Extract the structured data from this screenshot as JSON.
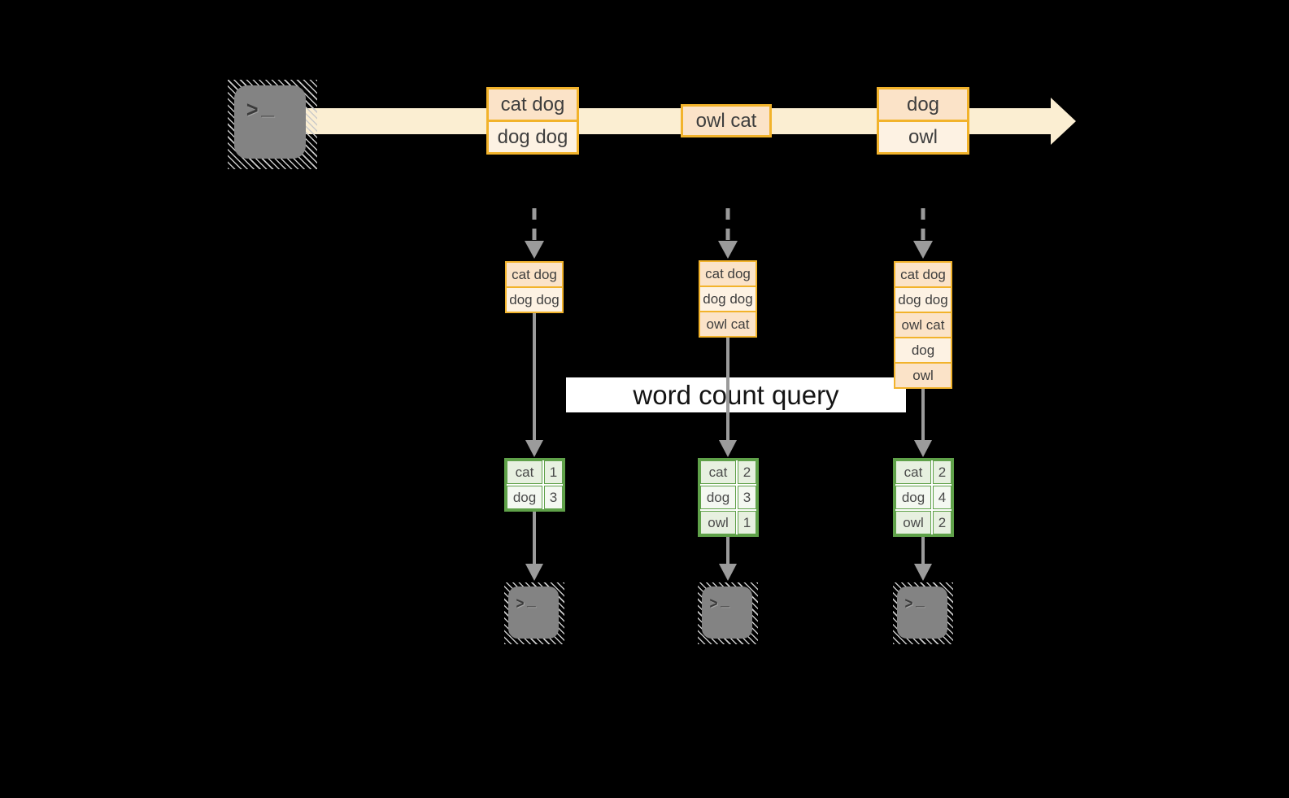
{
  "banner": {
    "label": "word count query"
  },
  "stream": {
    "batches": [
      {
        "rows": [
          "cat dog",
          "dog dog"
        ]
      },
      {
        "rows": [
          "owl cat"
        ]
      },
      {
        "rows": [
          "dog",
          "owl"
        ]
      }
    ]
  },
  "pipelines": [
    {
      "buffer": [
        "cat dog",
        "dog dog"
      ],
      "counts": [
        {
          "word": "cat",
          "value": "1"
        },
        {
          "word": "dog",
          "value": "3"
        }
      ]
    },
    {
      "buffer": [
        "cat dog",
        "dog dog",
        "owl cat"
      ],
      "counts": [
        {
          "word": "cat",
          "value": "2"
        },
        {
          "word": "dog",
          "value": "3"
        },
        {
          "word": "owl",
          "value": "1"
        }
      ]
    },
    {
      "buffer": [
        "cat dog",
        "dog dog",
        "owl cat",
        "dog",
        "owl"
      ],
      "counts": [
        {
          "word": "cat",
          "value": "2"
        },
        {
          "word": "dog",
          "value": "4"
        },
        {
          "word": "owl",
          "value": "2"
        }
      ]
    }
  ],
  "terminal_icon": {
    "chevron": ">",
    "underscore": "_"
  },
  "colors": {
    "background": "#000000",
    "stream_band": "#FBEED2",
    "gold_border": "#F2B32B",
    "peach_fill": "#FBE3C8",
    "cream_fill": "#FDF2E3",
    "green_border": "#5FA149",
    "green_fill_dark": "#E7F0E0",
    "green_fill_light": "#F4F8F1",
    "arrow_grey": "#9B9B9B",
    "terminal_grey": "#838383",
    "text_dark": "#3E3E3E"
  }
}
